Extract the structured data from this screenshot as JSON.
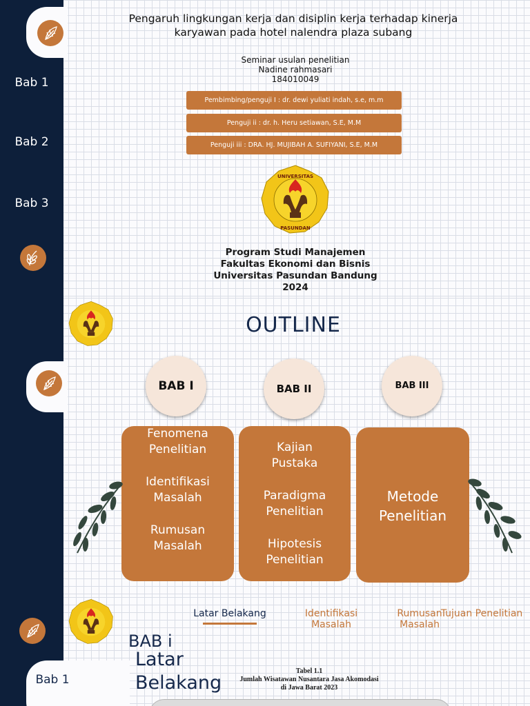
{
  "slide1": {
    "sidebar_labels": [
      "Bab 1",
      "Bab 2",
      "Bab 3"
    ],
    "title": "Pengaruh lingkungan kerja dan disiplin kerja terhadap kinerja karyawan pada hotel nalendra plaza subang",
    "info": {
      "subtitle": "Seminar usulan penelitian",
      "name": "Nadine rahmasari",
      "npm": "184010049"
    },
    "examiners": [
      "Pembimbing/penguji I : dr. dewi yuliati indah, s.e, m.m",
      "Penguji ii  : dr. h. Heru setiawan, S.E, M.M",
      "Penguji iii : DRA. HJ. MUJIBAH A. SUFIYANI, S.E, M.M"
    ],
    "logo_text": "UNIVERSITAS PASUNDAN",
    "institution": {
      "line1": "Program Studi Manajemen",
      "line2": "Fakultas Ekonomi dan Bisnis",
      "line3": "Universitas Pasundan Bandung",
      "line4": "2024"
    }
  },
  "slide2": {
    "heading": "OUTLINE",
    "chapters": [
      {
        "label": "BAB I",
        "items": [
          "Fenomena Penelitian",
          "Identifikasi Masalah",
          "Rumusan Masalah"
        ]
      },
      {
        "label": "BAB II",
        "items": [
          "Kajian Pustaka",
          "Paradigma Penelitian",
          "Hipotesis Penelitian"
        ]
      },
      {
        "label": "BAB III",
        "items": [
          "Metode Penelitian"
        ]
      }
    ]
  },
  "slide3": {
    "sidebar_label": "Bab 1",
    "tabs": [
      "Latar Belakang",
      "Identifikasi Masalah",
      "Rumusan Masalah",
      "Tujuan Penelitian"
    ],
    "heading_small": "BAB i",
    "heading_large": "Latar Belakang",
    "table_caption": {
      "line1": "Tabel 1.1",
      "line2": "Jumlah Wisatawan Nusantara Jasa Akomodasi",
      "line3": "di Jawa Barat 2023"
    }
  },
  "colors": {
    "navy": "#0d1f3a",
    "accent": "#c4773a",
    "circle": "#f6e6da",
    "leaf": "#34473d"
  },
  "icons": [
    "leaf-icon",
    "wheat-icon",
    "university-logo"
  ]
}
